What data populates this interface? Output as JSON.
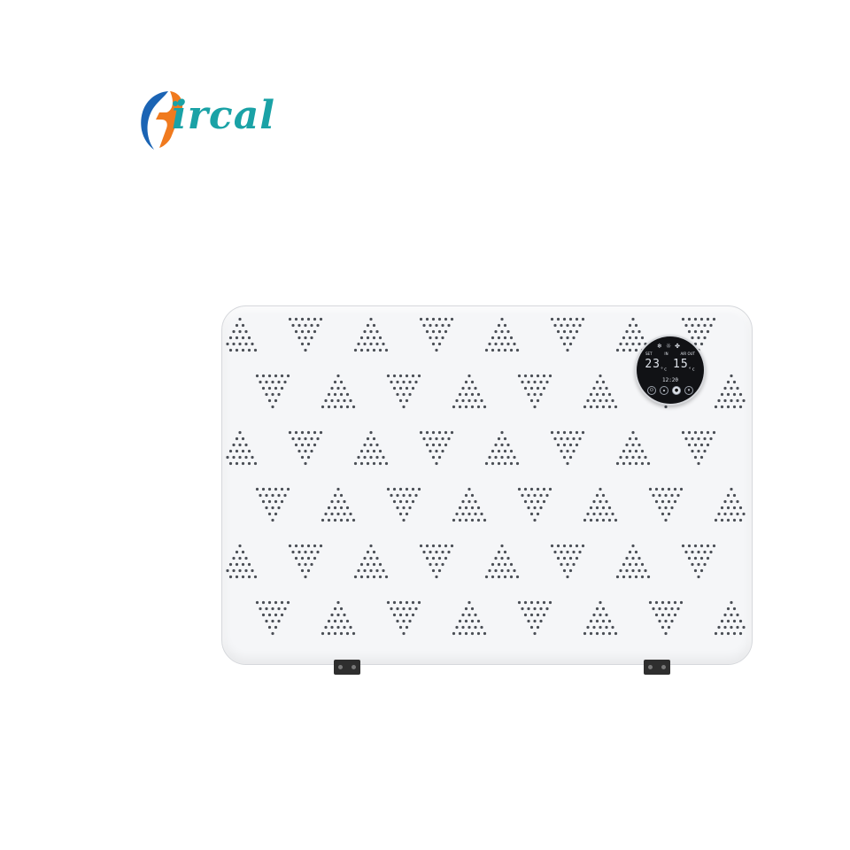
{
  "logo": {
    "text": "ircal",
    "brand_colors": {
      "teal": "#1aa2a6",
      "orange": "#f07a1e",
      "blue": "#1b64b4"
    }
  },
  "product": {
    "panel_color": "#f5f6f8",
    "controller": {
      "icons": [
        "snowflake-icon",
        "sun-icon",
        "fan-icon"
      ],
      "labels": [
        "SET",
        "IN",
        "AIR OUT"
      ],
      "temp_left": "23",
      "temp_left_unit": "°c",
      "temp_right": "15",
      "temp_right_unit": "°c",
      "time": "12:20",
      "buttons": [
        "power-button-icon",
        "up-button-icon",
        "mode-button-icon",
        "down-button-icon"
      ]
    }
  }
}
